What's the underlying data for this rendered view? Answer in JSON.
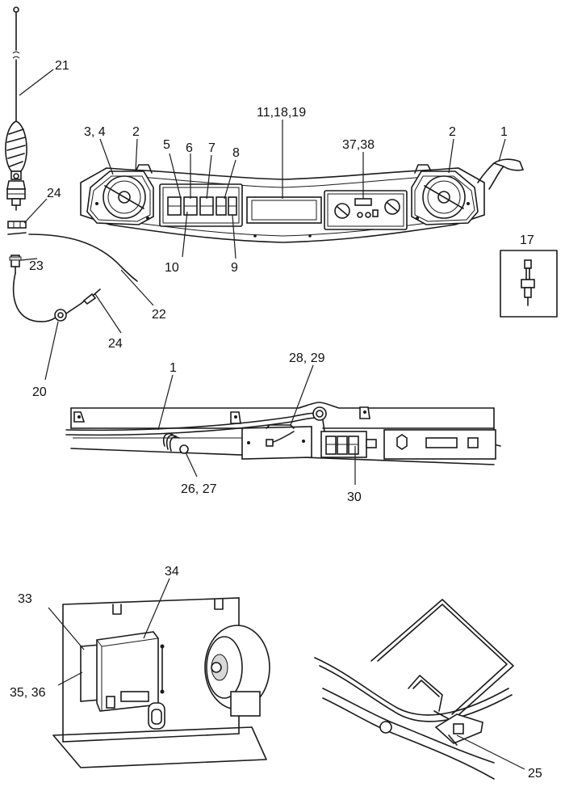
{
  "callouts": {
    "c21": "21",
    "c3_4": "3, 4",
    "c2_left": "2",
    "c5": "5",
    "c6": "6",
    "c7": "7",
    "c8": "8",
    "c11_18_19": "11,18,19",
    "c37_38": "37,38",
    "c2_right": "2",
    "c1_top": "1",
    "c24_top": "24",
    "c23": "23",
    "c10": "10",
    "c9": "9",
    "c17": "17",
    "c22": "22",
    "c24_bottom": "24",
    "c20": "20",
    "c1_mid": "1",
    "c28_29": "28, 29",
    "c26_27": "26, 27",
    "c30": "30",
    "c34": "34",
    "c33": "33",
    "c35_36": "35, 36",
    "c25": "25"
  }
}
